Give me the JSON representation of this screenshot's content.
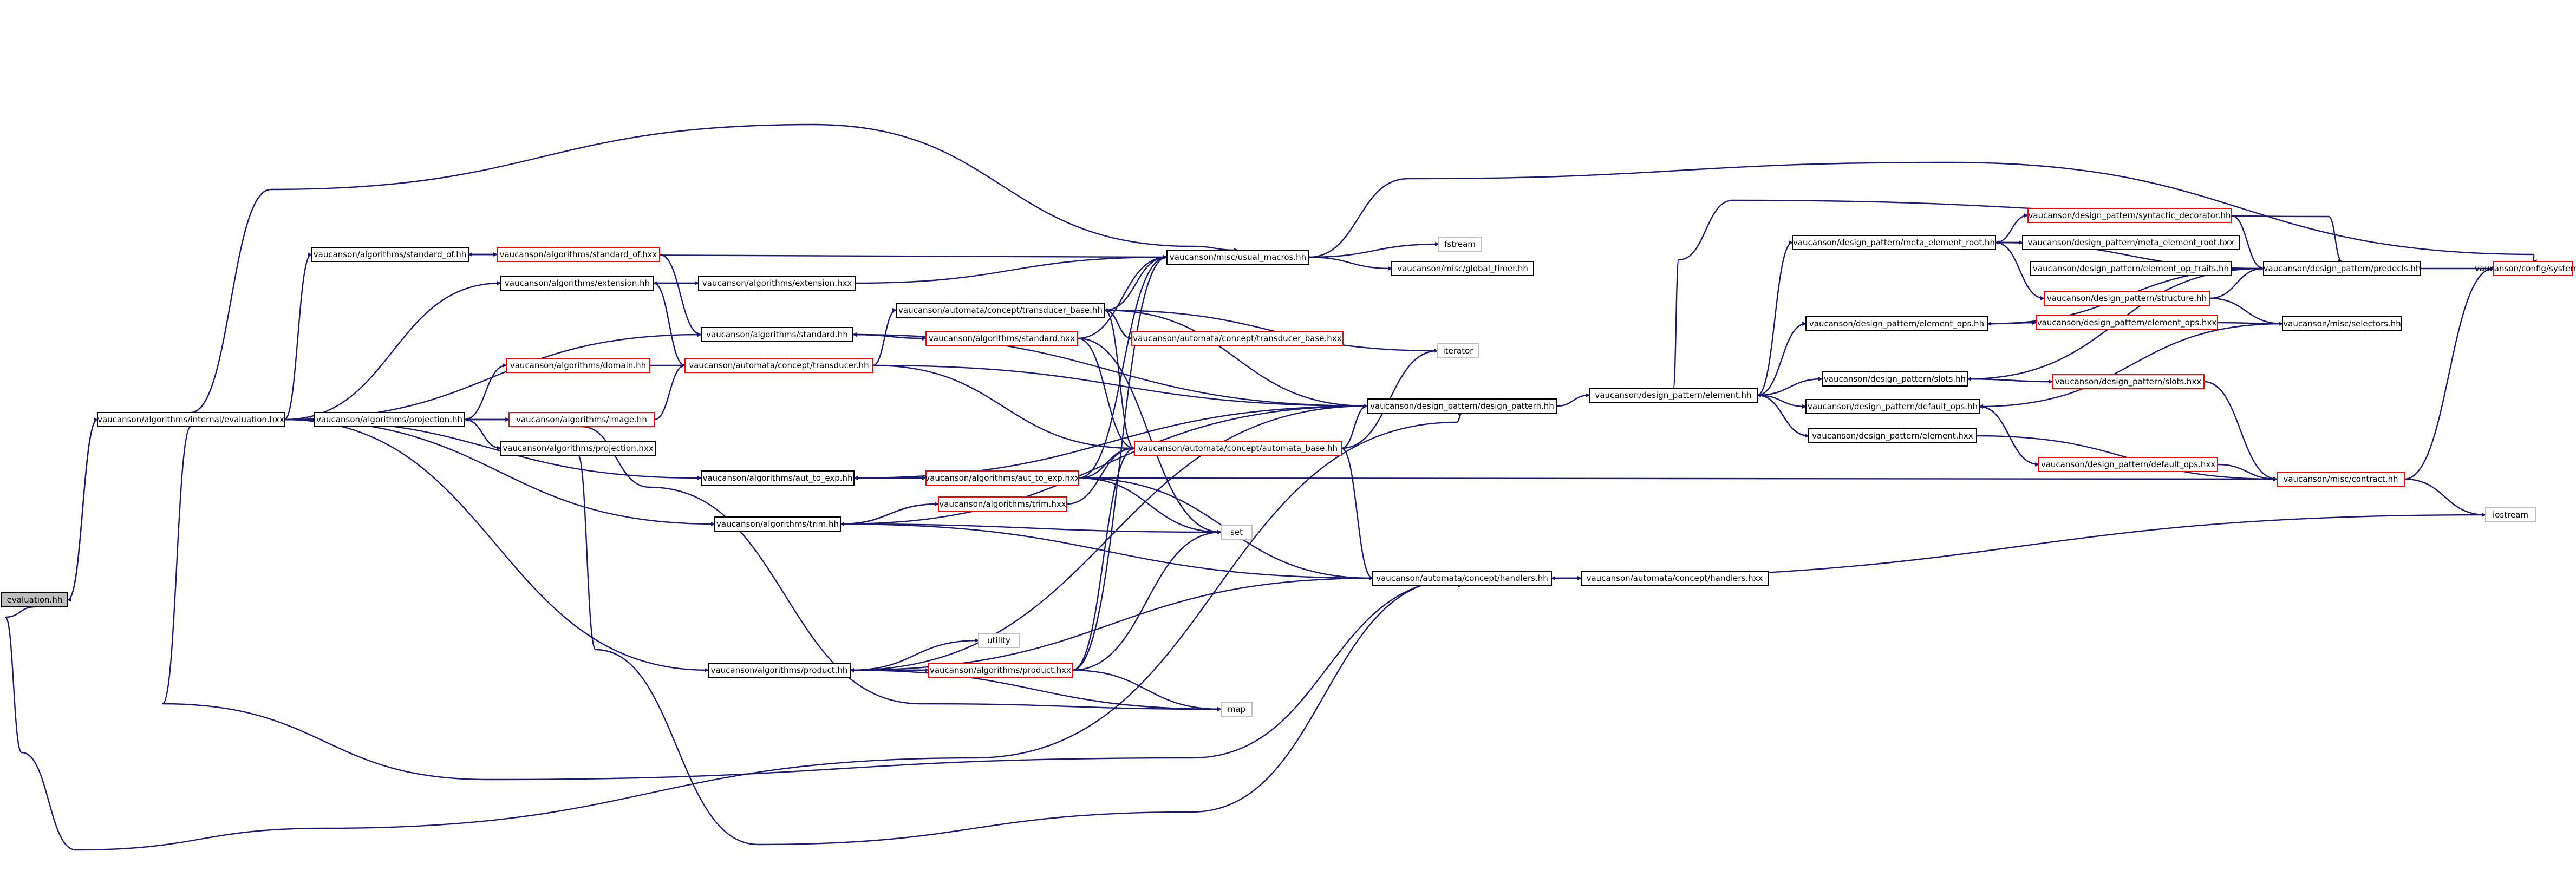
{
  "colors": {
    "edge": "#191970",
    "normal_border": "#000000",
    "truncated_border": "#ff0000",
    "root_fill": "#bfbfbf",
    "node_fill": "#ffffff",
    "label": "#000000"
  },
  "nodes": [
    {
      "id": "n_eval",
      "label": "evaluation.hh",
      "kind": "root"
    },
    {
      "id": "n_ie",
      "label": "vaucanson/algorithms/internal/evaluation.hxx",
      "kind": "normal"
    },
    {
      "id": "n_stdof_hh",
      "label": "vaucanson/algorithms/standard_of.hh",
      "kind": "normal"
    },
    {
      "id": "n_stdof_hxx",
      "label": "vaucanson/algorithms/standard_of.hxx",
      "kind": "truncated"
    },
    {
      "id": "n_ext_hh",
      "label": "vaucanson/algorithms/extension.hh",
      "kind": "normal"
    },
    {
      "id": "n_ext_hxx",
      "label": "vaucanson/algorithms/extension.hxx",
      "kind": "normal"
    },
    {
      "id": "n_domain",
      "label": "vaucanson/algorithms/domain.hh",
      "kind": "truncated"
    },
    {
      "id": "n_transducer",
      "label": "vaucanson/automata/concept/transducer.hh",
      "kind": "truncated"
    },
    {
      "id": "n_proj_hh",
      "label": "vaucanson/algorithms/projection.hh",
      "kind": "normal"
    },
    {
      "id": "n_image",
      "label": "vaucanson/algorithms/image.hh",
      "kind": "truncated"
    },
    {
      "id": "n_proj_hxx",
      "label": "vaucanson/algorithms/projection.hxx",
      "kind": "normal"
    },
    {
      "id": "n_std_hh",
      "label": "vaucanson/algorithms/standard.hh",
      "kind": "normal"
    },
    {
      "id": "n_std_hxx",
      "label": "vaucanson/algorithms/standard.hxx",
      "kind": "truncated"
    },
    {
      "id": "n_tb_hh",
      "label": "vaucanson/automata/concept/transducer_base.hh",
      "kind": "normal"
    },
    {
      "id": "n_tb_hxx",
      "label": "vaucanson/automata/concept/transducer_base.hxx",
      "kind": "truncated"
    },
    {
      "id": "n_ate_hh",
      "label": "vaucanson/algorithms/aut_to_exp.hh",
      "kind": "normal"
    },
    {
      "id": "n_ate_hxx",
      "label": "vaucanson/algorithms/aut_to_exp.hxx",
      "kind": "truncated"
    },
    {
      "id": "n_ab",
      "label": "vaucanson/automata/concept/automata_base.hh",
      "kind": "truncated"
    },
    {
      "id": "n_trim_hh",
      "label": "vaucanson/algorithms/trim.hh",
      "kind": "normal"
    },
    {
      "id": "n_trim_hxx",
      "label": "vaucanson/algorithms/trim.hxx",
      "kind": "truncated"
    },
    {
      "id": "n_prod_hh",
      "label": "vaucanson/algorithms/product.hh",
      "kind": "normal"
    },
    {
      "id": "n_prod_hxx",
      "label": "vaucanson/algorithms/product.hxx",
      "kind": "truncated"
    },
    {
      "id": "n_utility",
      "label": "utility",
      "kind": "external"
    },
    {
      "id": "n_map",
      "label": "map",
      "kind": "external"
    },
    {
      "id": "n_set",
      "label": "set",
      "kind": "external"
    },
    {
      "id": "n_iterator",
      "label": "iterator",
      "kind": "external"
    },
    {
      "id": "n_fstream",
      "label": "fstream",
      "kind": "external"
    },
    {
      "id": "n_usual",
      "label": "vaucanson/misc/usual_macros.hh",
      "kind": "normal"
    },
    {
      "id": "n_timer",
      "label": "vaucanson/misc/global_timer.hh",
      "kind": "normal"
    },
    {
      "id": "n_dp",
      "label": "vaucanson/design_pattern/design_pattern.hh",
      "kind": "normal"
    },
    {
      "id": "n_handlers_hh",
      "label": "vaucanson/automata/concept/handlers.hh",
      "kind": "normal"
    },
    {
      "id": "n_handlers_hxx",
      "label": "vaucanson/automata/concept/handlers.hxx",
      "kind": "normal"
    },
    {
      "id": "n_element_hh",
      "label": "vaucanson/design_pattern/element.hh",
      "kind": "normal"
    },
    {
      "id": "n_element_hxx",
      "label": "vaucanson/design_pattern/element.hxx",
      "kind": "normal"
    },
    {
      "id": "n_mer_hh",
      "label": "vaucanson/design_pattern/meta_element_root.hh",
      "kind": "normal"
    },
    {
      "id": "n_mer_hxx",
      "label": "vaucanson/design_pattern/meta_element_root.hxx",
      "kind": "normal"
    },
    {
      "id": "n_syn",
      "label": "vaucanson/design_pattern/syntactic_decorator.hh",
      "kind": "truncated"
    },
    {
      "id": "n_structure",
      "label": "vaucanson/design_pattern/structure.hh",
      "kind": "truncated"
    },
    {
      "id": "n_eot",
      "label": "vaucanson/design_pattern/element_op_traits.hh",
      "kind": "normal"
    },
    {
      "id": "n_predecls",
      "label": "vaucanson/design_pattern/predecls.hh",
      "kind": "normal"
    },
    {
      "id": "n_config",
      "label": "vaucanson/config/system.hh",
      "kind": "truncated"
    },
    {
      "id": "n_eops_hh",
      "label": "vaucanson/design_pattern/element_ops.hh",
      "kind": "normal"
    },
    {
      "id": "n_eops_hxx",
      "label": "vaucanson/design_pattern/element_ops.hxx",
      "kind": "truncated"
    },
    {
      "id": "n_selectors",
      "label": "vaucanson/misc/selectors.hh",
      "kind": "normal"
    },
    {
      "id": "n_slots_hh",
      "label": "vaucanson/design_pattern/slots.hh",
      "kind": "normal"
    },
    {
      "id": "n_slots_hxx",
      "label": "vaucanson/design_pattern/slots.hxx",
      "kind": "truncated"
    },
    {
      "id": "n_dops_hh",
      "label": "vaucanson/design_pattern/default_ops.hh",
      "kind": "normal"
    },
    {
      "id": "n_dops_hxx",
      "label": "vaucanson/design_pattern/default_ops.hxx",
      "kind": "truncated"
    },
    {
      "id": "n_contract",
      "label": "vaucanson/misc/contract.hh",
      "kind": "truncated"
    },
    {
      "id": "n_iostream",
      "label": "iostream",
      "kind": "external"
    }
  ]
}
